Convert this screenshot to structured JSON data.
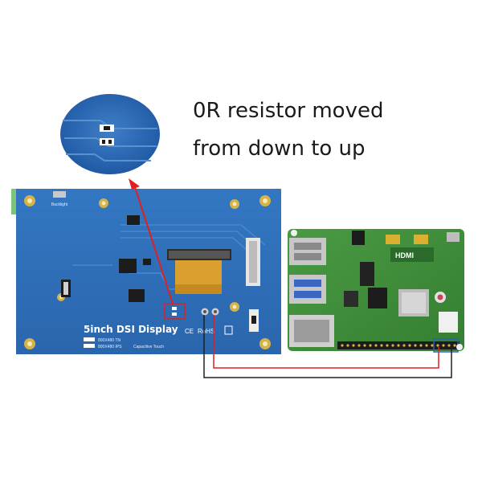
{
  "caption": {
    "line1": "0R resistor moved",
    "line2": "from down to up"
  },
  "board": {
    "title": "5inch DSI Display",
    "spec_line1": "800X480 TN",
    "spec_line2": "800X480 IPS",
    "capacitive": "Capacitive Touch",
    "backlight": "Backlight",
    "rohs": "RoHS",
    "ce": "CE"
  },
  "pi": {
    "hdmi": "HDMI"
  },
  "colors": {
    "board_blue": "#2f6fb8",
    "pi_green": "#3f8a3a",
    "arrow_red": "#e02020",
    "wire_red": "#e02020",
    "wire_black": "#202020",
    "ribbon": "#d9a030",
    "mount_gold": "#d6b24a"
  }
}
